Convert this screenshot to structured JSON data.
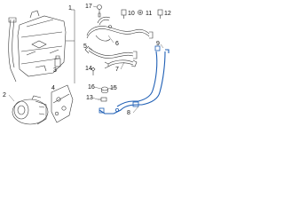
{
  "callouts": {
    "c1": "1",
    "c2": "2",
    "c3": "3",
    "c4": "4",
    "c5": "5",
    "c6": "6",
    "c7": "7",
    "c8": "8",
    "c9": "9",
    "c10": "10",
    "c11": "11",
    "c12": "12",
    "c13": "13",
    "c14": "14",
    "c15": "15",
    "c16": "16",
    "c17": "17"
  },
  "colors": {
    "line": "#3a3a3a",
    "highlight": "#1f5fb5",
    "background": "#ffffff"
  }
}
